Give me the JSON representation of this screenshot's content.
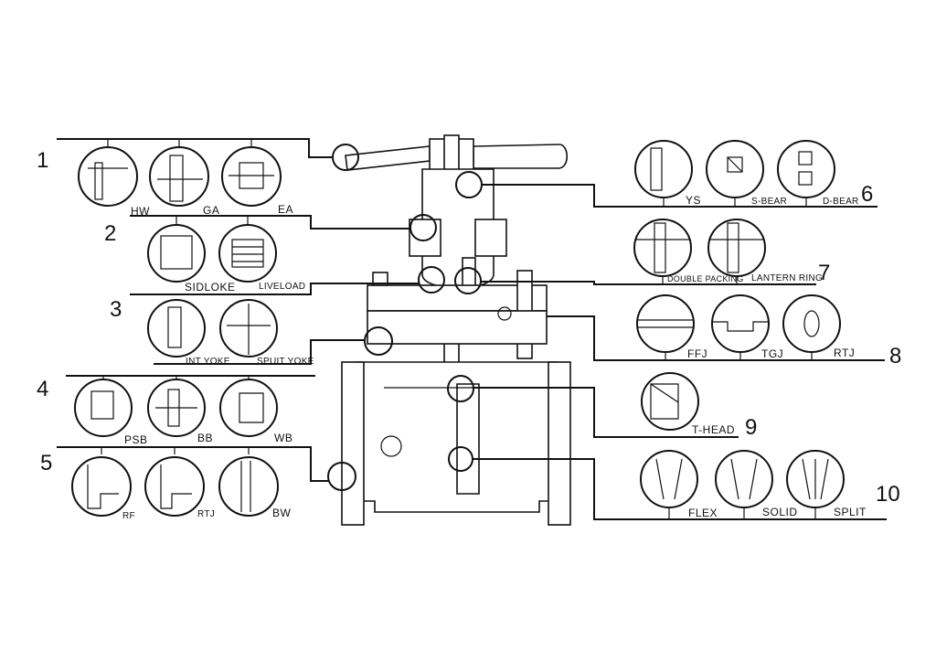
{
  "groups": [
    {
      "number": "1",
      "labels": [
        "HW",
        "GA",
        "EA"
      ]
    },
    {
      "number": "2",
      "labels": [
        "SIDLOKE",
        "LIVELOAD"
      ]
    },
    {
      "number": "3",
      "labels": [
        "INT YOKE",
        "SPUIT YOKE"
      ]
    },
    {
      "number": "4",
      "labels": [
        "PSB",
        "BB",
        "WB"
      ]
    },
    {
      "number": "5",
      "labels": [
        "RF",
        "RTJ",
        "BW"
      ]
    },
    {
      "number": "6",
      "labels": [
        "YS",
        "S-BEAR",
        "D-BEAR"
      ]
    },
    {
      "number": "7",
      "labels": [
        "DOUBLE PACKING",
        "LANTERN RING"
      ]
    },
    {
      "number": "8",
      "labels": [
        "FFJ",
        "TGJ",
        "RTJ"
      ]
    },
    {
      "number": "9",
      "labels": [
        "T-HEAD"
      ]
    },
    {
      "number": "10",
      "labels": [
        "FLEX",
        "SOLID",
        "SPLIT"
      ]
    }
  ]
}
